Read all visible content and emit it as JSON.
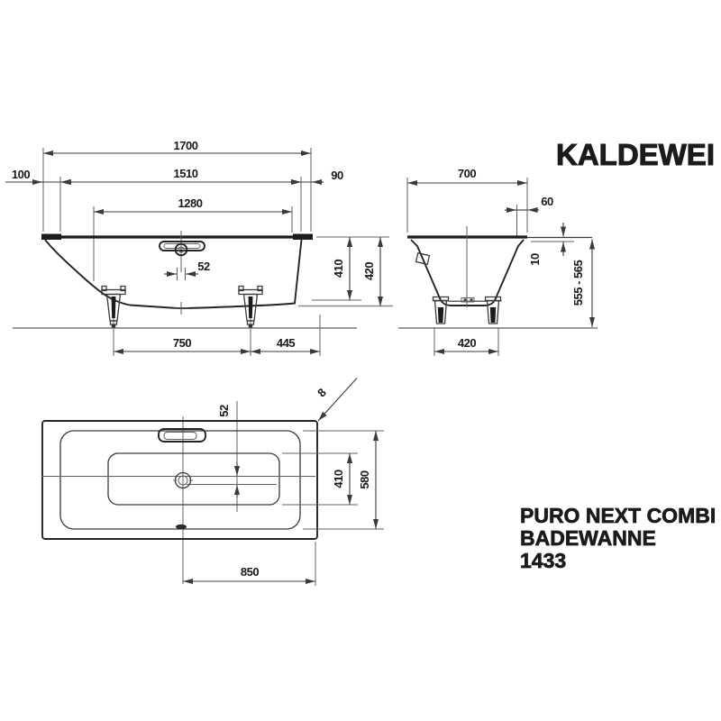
{
  "brand": {
    "logo": "KALDEWEI"
  },
  "product": {
    "line1": "PURO NEXT COMBI",
    "line2": "BADEWANNE",
    "line3": "1433"
  },
  "side_view": {
    "dims": {
      "overall_length": "1700",
      "left_overhang": "100",
      "rim_opening_length": "1510",
      "right_overhang": "90",
      "floor_length": "1280",
      "overflow_drain_offset": "52",
      "inner_depth": "410",
      "total_height": "420",
      "feet_distance": "750",
      "feet_to_end": "445"
    }
  },
  "end_view": {
    "dims": {
      "overall_width": "700",
      "rim_width": "60",
      "rim_lip": "10",
      "installed_height": "555 - 565",
      "feet_width": "420"
    }
  },
  "plan_view": {
    "dims": {
      "channel_offset": "52",
      "corner_angle": "8",
      "floor_width": "410",
      "rim_opening_width": "580",
      "drain_distance": "850"
    }
  },
  "colors": {
    "line": "#3a3a3a",
    "text": "#1b1b1b",
    "background": "#ffffff"
  }
}
